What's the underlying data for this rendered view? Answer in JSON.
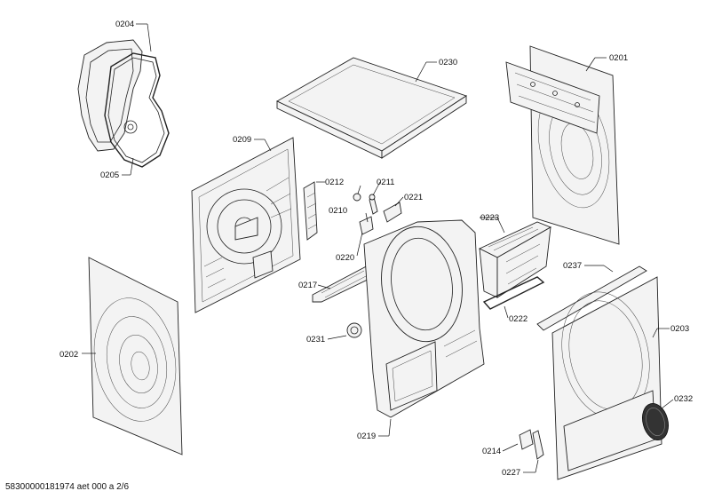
{
  "labels": {
    "p0201": "0201",
    "p0202": "0202",
    "p0203": "0203",
    "p0204": "0204",
    "p0205": "0205",
    "p0209": "0209",
    "p0210": "0210",
    "p0211": "0211",
    "p0212": "0212",
    "p0214": "0214",
    "p0217": "0217",
    "p0219": "0219",
    "p0220": "0220",
    "p0221": "0221",
    "p0222": "0222",
    "p0223": "0223",
    "p0227": "0227",
    "p0230": "0230",
    "p0231": "0231",
    "p0232": "0232",
    "p0237": "0237"
  },
  "footer": "58300000181974 aet 000 a 2/6"
}
